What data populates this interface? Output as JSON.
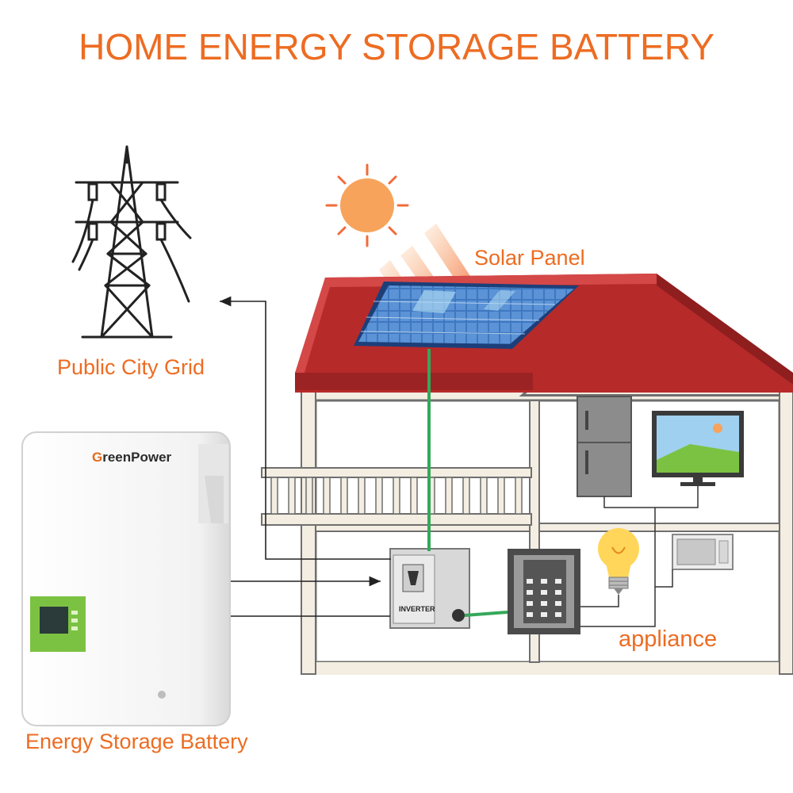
{
  "title": "HOME ENERGY STORAGE BATTERY",
  "labels": {
    "public_grid": "Public City Grid",
    "solar_panel": "Solar Panel",
    "appliance": "appliance",
    "energy_storage_battery": "Energy Storage Battery"
  },
  "battery": {
    "brand_initial": "G",
    "brand_rest": "reenPower"
  },
  "inverter": {
    "label": "INVERTER"
  },
  "colors": {
    "accent_orange": "#ed6c22",
    "roof_red": "#b72a2a",
    "wire_green": "#35a85a",
    "panel_blue": "#3f78c0",
    "battery_screen_green": "#7cc242",
    "sun_orange": "#f7a35c"
  },
  "icons": [
    "power-tower-icon",
    "sun-icon",
    "solar-panel-icon",
    "refrigerator-icon",
    "tv-icon",
    "light-bulb-icon",
    "microwave-icon",
    "breaker-panel-icon",
    "inverter-icon",
    "battery-icon"
  ]
}
